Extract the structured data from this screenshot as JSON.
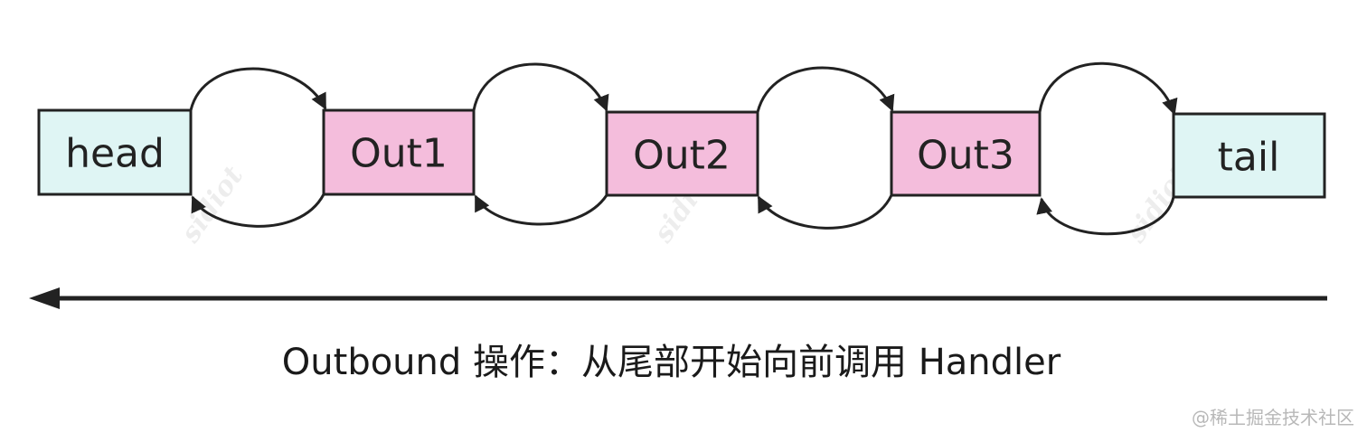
{
  "nodes": [
    {
      "label": "head",
      "fill": "#dff5f4"
    },
    {
      "label": "Out1",
      "fill": "#f4bddc"
    },
    {
      "label": "Out2",
      "fill": "#f4bddc"
    },
    {
      "label": "Out3",
      "fill": "#f4bddc"
    },
    {
      "label": "tail",
      "fill": "#dff5f4"
    }
  ],
  "caption": "Outbound 操作：从尾部开始向前调用 Handler",
  "watermark": {
    "site": "@稀土掘金技术社区",
    "diagonal": "sidiot"
  },
  "colors": {
    "stroke": "#222222",
    "cyan_node": "#dff5f4",
    "pink_node": "#f4bddc"
  }
}
